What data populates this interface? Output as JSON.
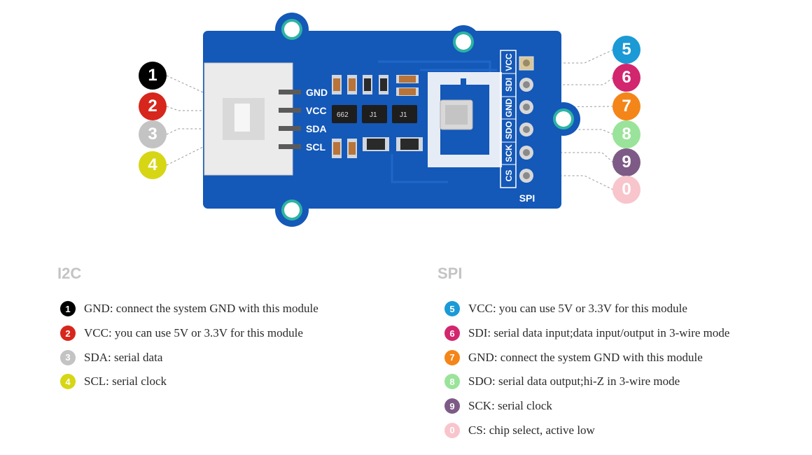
{
  "board": {
    "left_pins": [
      "GND",
      "VCC",
      "SDA",
      "SCL"
    ],
    "right_pins": [
      "VCC",
      "SDI",
      "GND",
      "SDO",
      "SCK",
      "CS"
    ],
    "spi_label": "SPI",
    "chip_labels": [
      "662",
      "J1",
      "J1"
    ]
  },
  "badges": [
    {
      "num": "1",
      "color": "#000000"
    },
    {
      "num": "2",
      "color": "#d7261c"
    },
    {
      "num": "3",
      "color": "#c3c3c3"
    },
    {
      "num": "4",
      "color": "#d6d615"
    },
    {
      "num": "5",
      "color": "#1b9ad6"
    },
    {
      "num": "6",
      "color": "#d2266e"
    },
    {
      "num": "7",
      "color": "#f48519"
    },
    {
      "num": "8",
      "color": "#9ae39a"
    },
    {
      "num": "9",
      "color": "#7d5b86"
    },
    {
      "num": "0",
      "color": "#f8c5cc"
    }
  ],
  "i2c": {
    "title": "I2C",
    "items": [
      {
        "num": "1",
        "color": "#000000",
        "text": "GND: connect the system GND with this module"
      },
      {
        "num": "2",
        "color": "#d7261c",
        "text": "VCC: you can use 5V or 3.3V for this module"
      },
      {
        "num": "3",
        "color": "#c3c3c3",
        "text": "SDA: serial data"
      },
      {
        "num": "4",
        "color": "#d6d615",
        "text": "SCL: serial clock"
      }
    ]
  },
  "spi": {
    "title": "SPI",
    "items": [
      {
        "num": "5",
        "color": "#1b9ad6",
        "text": "VCC: you can use 5V or 3.3V for this module"
      },
      {
        "num": "6",
        "color": "#d2266e",
        "text": "SDI: serial data input;data input/output in 3-wire mode"
      },
      {
        "num": "7",
        "color": "#f48519",
        "text": "GND: connect the system GND with this module"
      },
      {
        "num": "8",
        "color": "#9ae39a",
        "text": "SDO: serial data output;hi-Z in 3-wire mode"
      },
      {
        "num": "9",
        "color": "#7d5b86",
        "text": "SCK: serial clock"
      },
      {
        "num": "0",
        "color": "#f8c5cc",
        "text": "CS: chip select, active low"
      }
    ]
  }
}
